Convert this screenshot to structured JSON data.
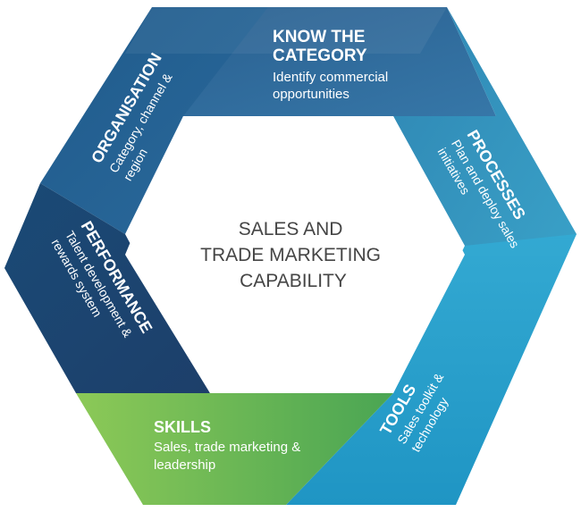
{
  "center": {
    "lines": [
      "SALES AND",
      "TRADE MARKETING",
      "CAPABILITY"
    ]
  },
  "segments": [
    {
      "id": "know-the-category",
      "title_lines": [
        "KNOW THE",
        "CATEGORY"
      ],
      "body_lines": [
        "Identify commercial",
        "opportunities"
      ],
      "color": "#2f6d9c"
    },
    {
      "id": "processes",
      "title_lines": [
        "PROCESSES"
      ],
      "body_lines": [
        "Plan and deploy sales",
        "initiatives"
      ],
      "color": "#3295bc"
    },
    {
      "id": "tools",
      "title_lines": [
        "TOOLS"
      ],
      "body_lines": [
        "Sales toolkit &",
        "technology"
      ],
      "color": "#2aa6cf"
    },
    {
      "id": "skills",
      "title_lines": [
        "SKILLS"
      ],
      "body_lines": [
        "Sales, trade marketing &",
        "leadership"
      ],
      "color": "#6cb94c"
    },
    {
      "id": "performance",
      "title_lines": [
        "PERFORMANCE"
      ],
      "body_lines": [
        "Talent development &",
        "rewards system"
      ],
      "color": "#1d4f7a"
    },
    {
      "id": "organisation",
      "title_lines": [
        "ORGANISATION"
      ],
      "body_lines": [
        "Category, channel &",
        "region"
      ],
      "color": "#245e8e"
    }
  ]
}
